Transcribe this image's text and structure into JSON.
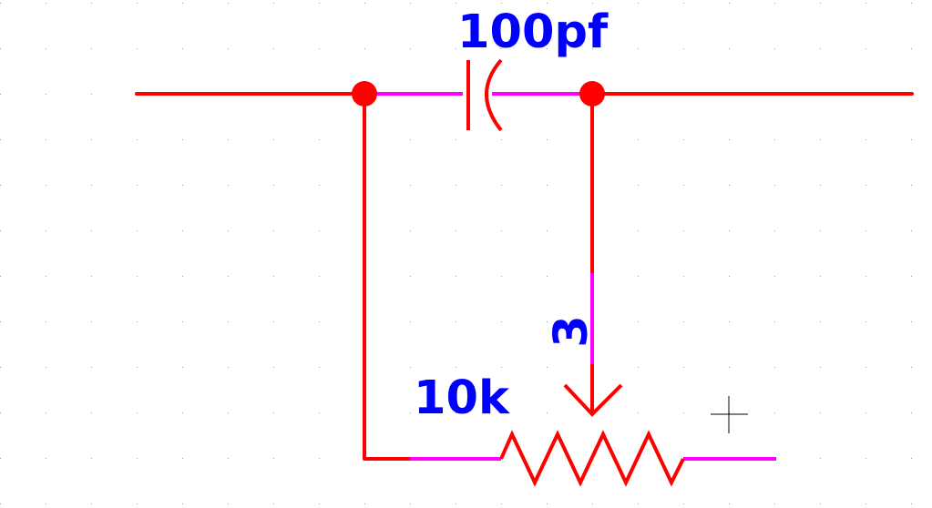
{
  "schematic": {
    "capacitor": {
      "value_label": "100pf"
    },
    "potentiometer": {
      "value_label": "10k",
      "pin_label": "3"
    },
    "colors": {
      "wire": "#ff0000",
      "pin": "#ff00ff",
      "label": "#0000ff",
      "grid_dot": "#9a9a9a",
      "cursor": "#000000"
    },
    "icons": {
      "cursor": "crosshair-cursor-icon"
    }
  }
}
